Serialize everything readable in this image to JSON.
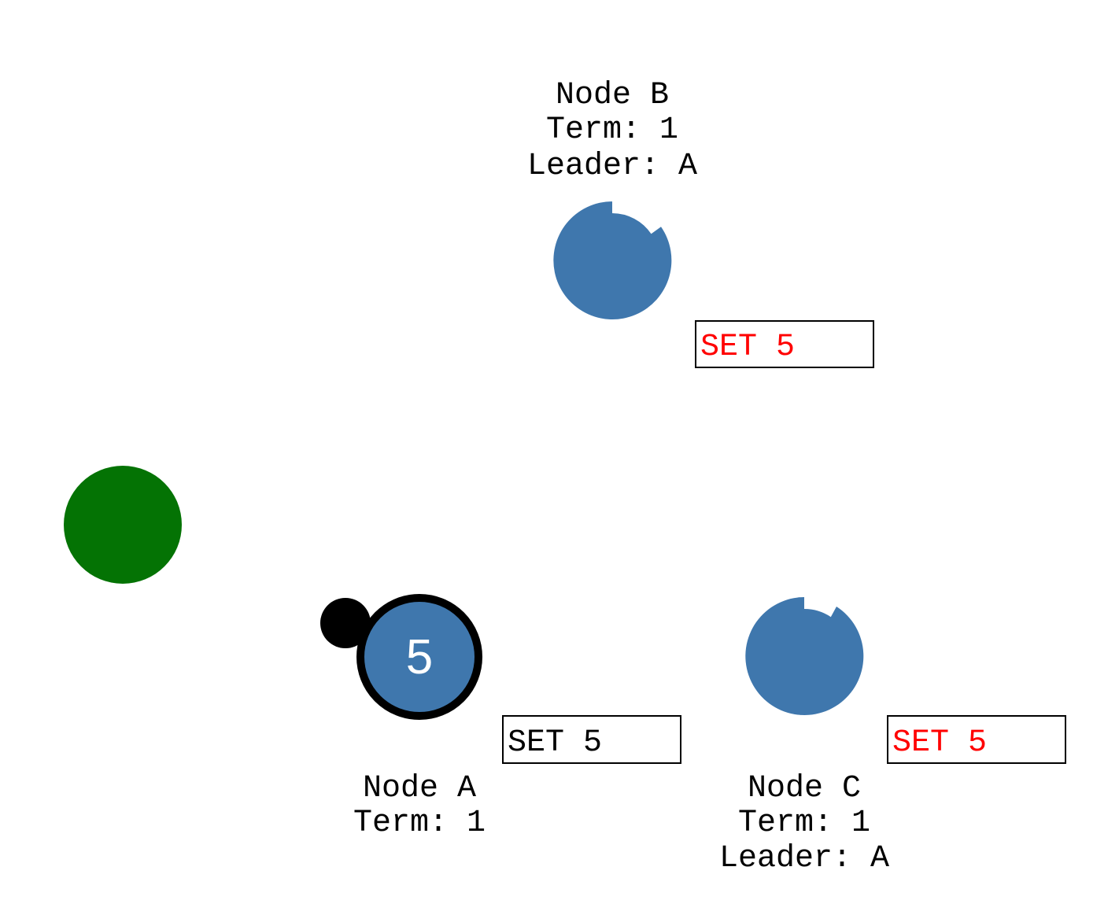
{
  "colors": {
    "node": "#3f77ad",
    "client": "#047304",
    "committed_text": "#000000",
    "uncommitted_text": "#ff0000",
    "outline": "#000000"
  },
  "nodes": {
    "a": {
      "name": "Node A",
      "term": "Term: 1",
      "leader": "",
      "value": "5",
      "role": "leader",
      "log": "SET 5",
      "log_committed": true
    },
    "b": {
      "name": "Node B",
      "term": "Term: 1",
      "leader": "Leader: A",
      "value": "",
      "role": "follower",
      "log": "SET 5",
      "log_committed": false
    },
    "c": {
      "name": "Node C",
      "term": "Term: 1",
      "leader": "Leader: A",
      "value": "",
      "role": "follower",
      "log": "SET 5",
      "log_committed": false
    }
  },
  "client": {
    "label": ""
  }
}
